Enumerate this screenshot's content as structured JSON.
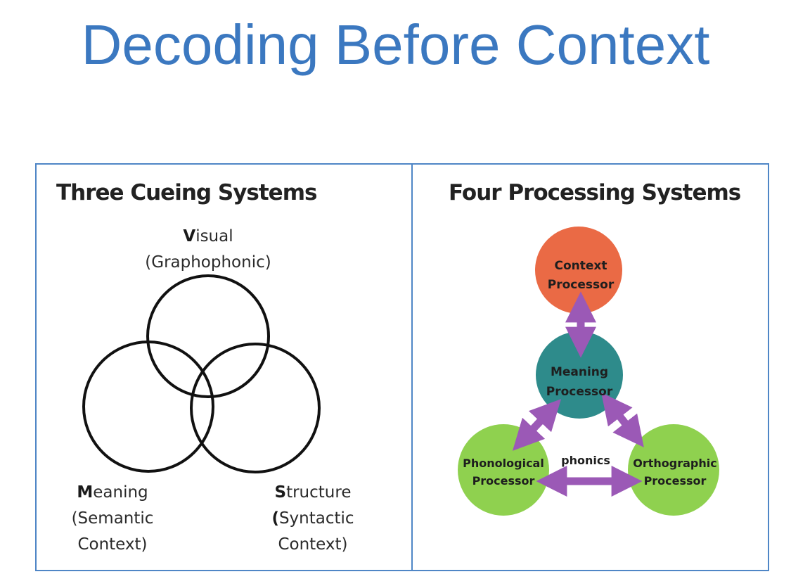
{
  "title": "Decoding Before Context",
  "left_panel": {
    "heading": "Three Cueing Systems",
    "visual": {
      "initial": "V",
      "rest": "isual",
      "sub": "(Graphophonic)"
    },
    "meaning": {
      "initial": "M",
      "rest": "eaning",
      "sub1": "(Semantic",
      "sub2": "Context)"
    },
    "structure": {
      "initial": "S",
      "rest": "tructure",
      "sub1_initial": "(",
      "sub1_rest": "Syntactic",
      "sub2": "Context)"
    }
  },
  "right_panel": {
    "heading": "Four Processing Systems",
    "nodes": {
      "context": {
        "line1": "Context",
        "line2": "Processor",
        "color": "#ea6a45"
      },
      "meaning": {
        "line1": "Meaning",
        "line2": "Processor",
        "color": "#2e8b8b"
      },
      "phonological": {
        "line1": "Phonological",
        "line2": "Processor",
        "color": "#8fd14f"
      },
      "orthographic": {
        "line1": "Orthographic",
        "line2": "Processor",
        "color": "#8fd14f"
      }
    },
    "edge_label": "phonics",
    "arrow_color": "#9b59b6"
  },
  "colors": {
    "title": "#3b78c0",
    "frame": "#4f86c6"
  }
}
